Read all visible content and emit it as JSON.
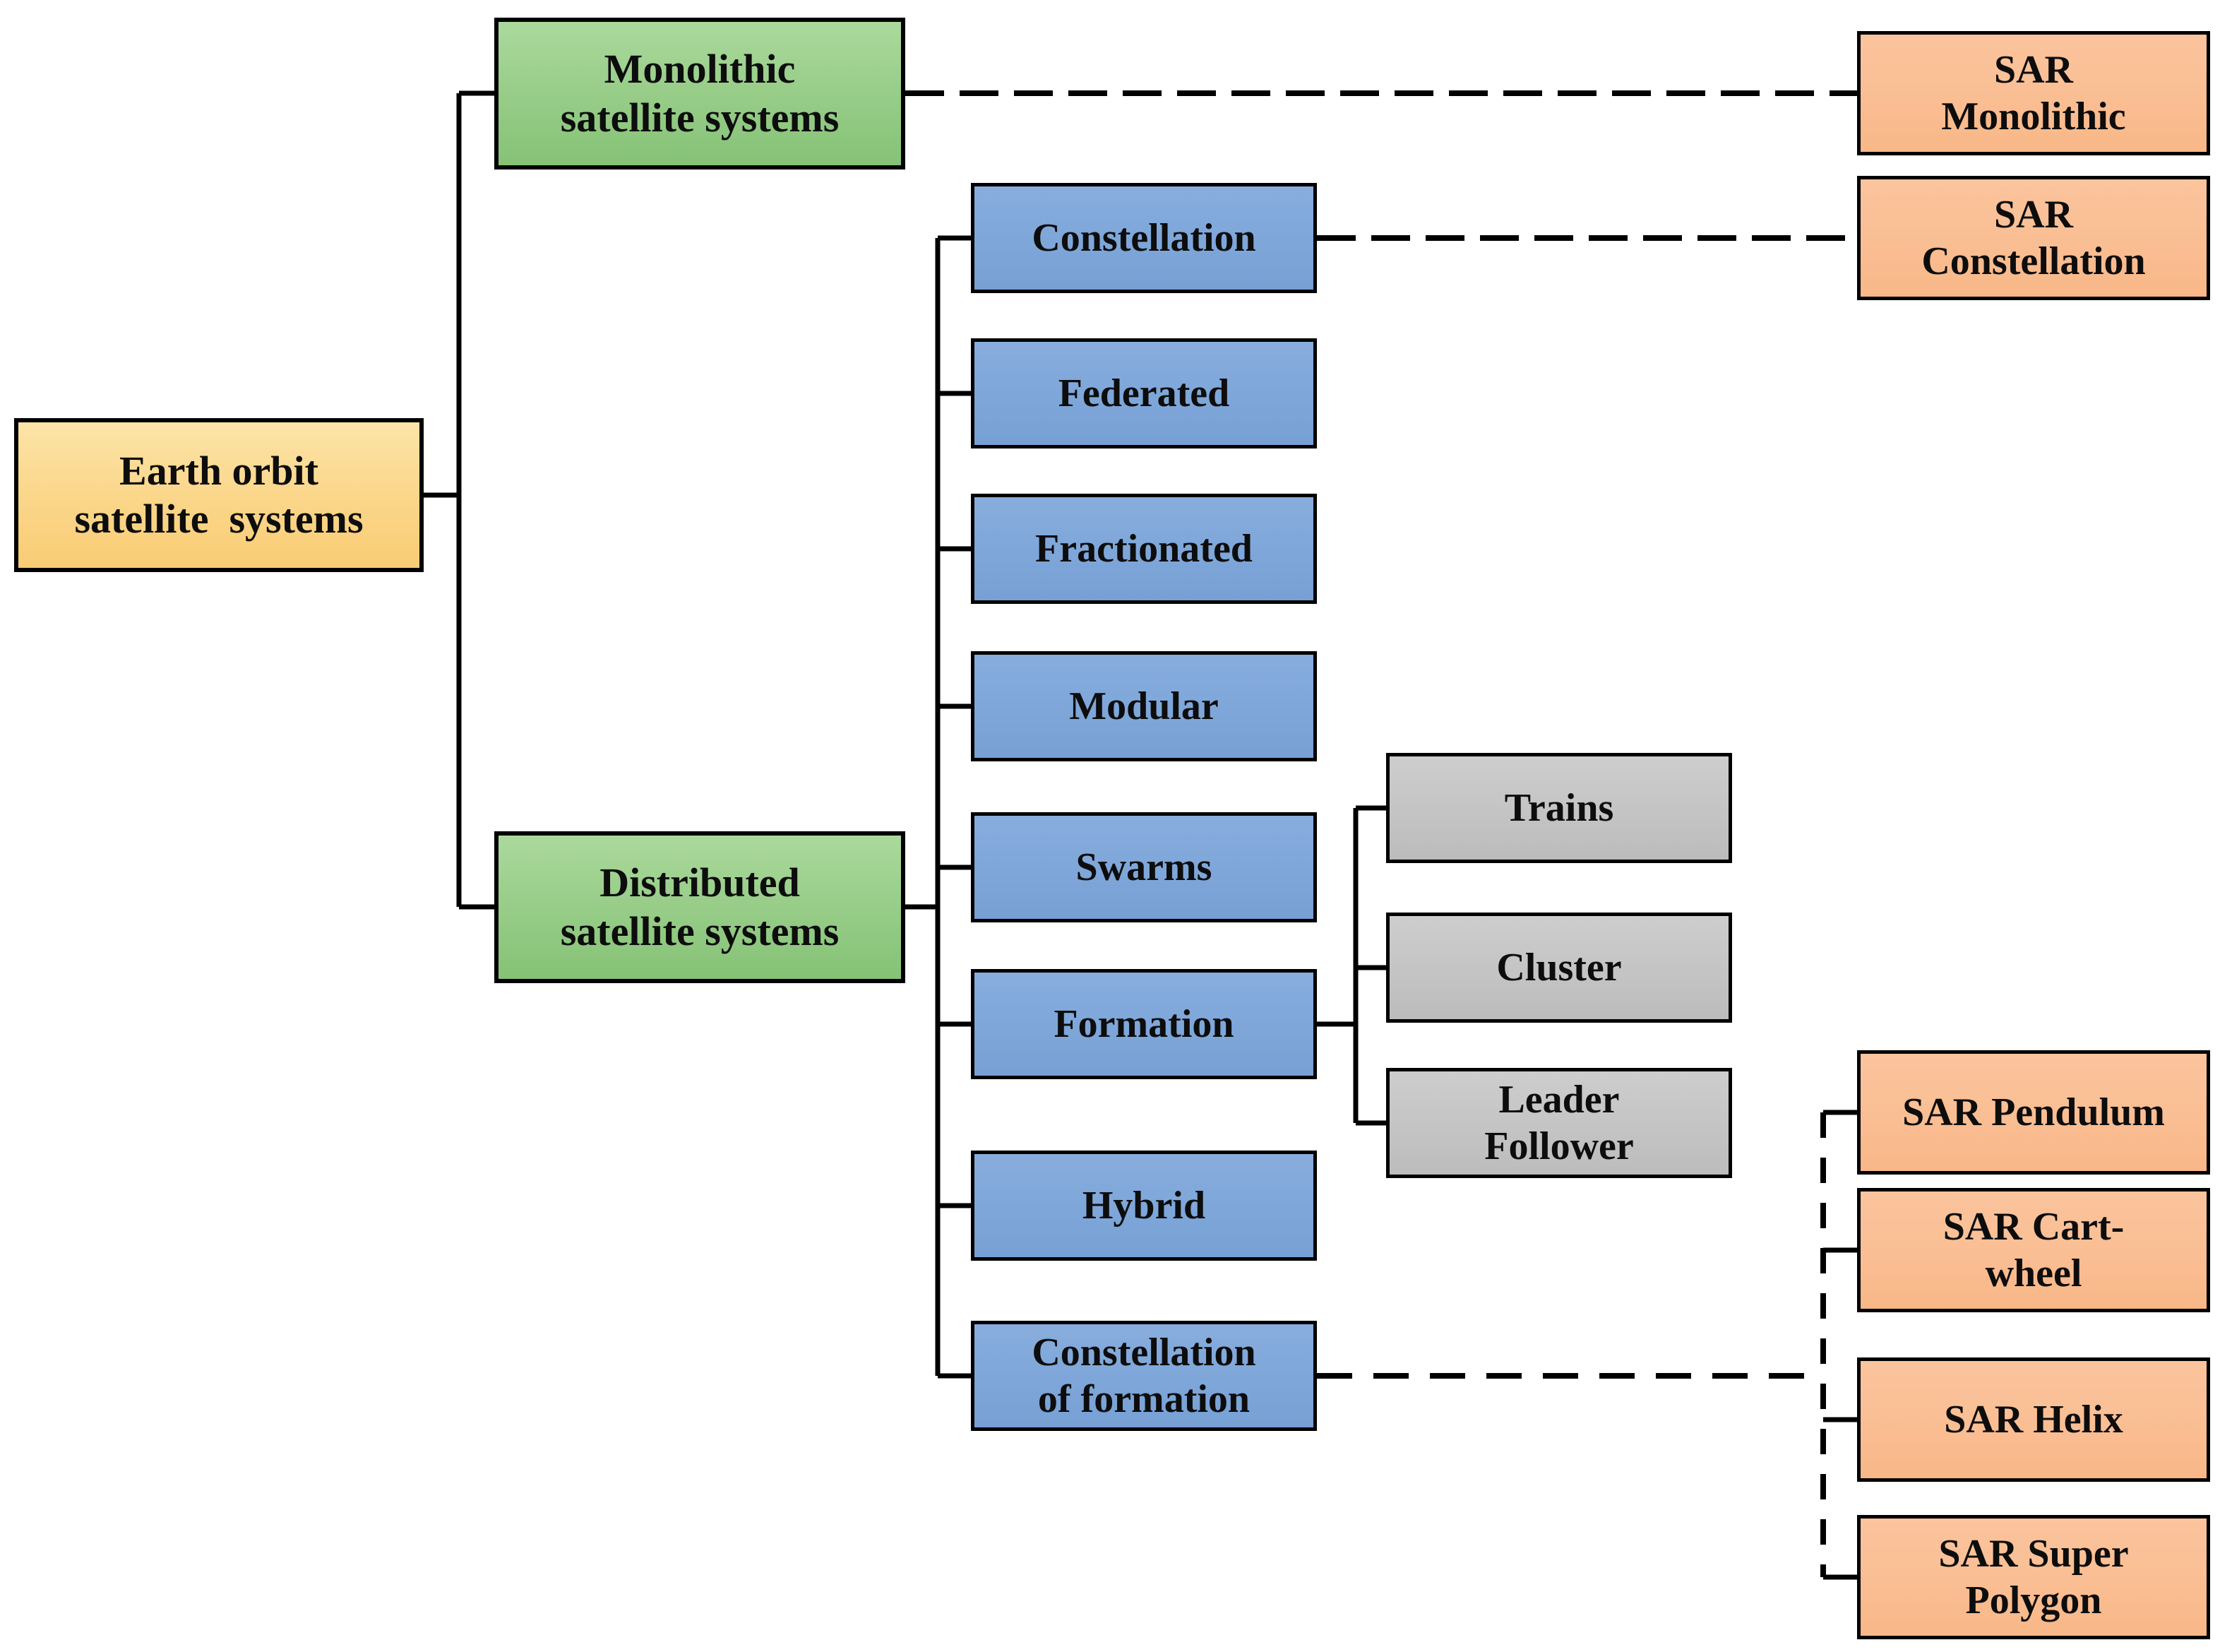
{
  "figure": {
    "description": "Taxonomy tree of Earth orbit satellite systems with SAR mission examples"
  },
  "palette": {
    "root_fill_top": "#fce4a8",
    "root_fill_bottom": "#f9cc74",
    "category_fill_top": "#abd99d",
    "category_fill_bottom": "#86c276",
    "subtype_fill": "#7ea6d9",
    "formation_fill": "#c4c4c4",
    "sar_fill": "#fabe93",
    "border": "#000000",
    "line": "#000000"
  },
  "nodes": {
    "earth": {
      "label": "Earth orbit\nsatellite  systems"
    },
    "monolithic": {
      "label": "Monolithic\nsatellite systems"
    },
    "distributed": {
      "label": "Distributed\nsatellite systems"
    },
    "constellation": {
      "label": "Constellation"
    },
    "federated": {
      "label": "Federated"
    },
    "fractionated": {
      "label": "Fractionated"
    },
    "modular": {
      "label": "Modular"
    },
    "swarms": {
      "label": "Swarms"
    },
    "formation": {
      "label": "Formation"
    },
    "hybrid": {
      "label": "Hybrid"
    },
    "constellation_of_formation": {
      "label": "Constellation\nof formation"
    },
    "trains": {
      "label": "Trains"
    },
    "cluster": {
      "label": "Cluster"
    },
    "leader_follower": {
      "label": "Leader\nFollower"
    },
    "sar_monolithic": {
      "label": "SAR\nMonolithic"
    },
    "sar_constellation": {
      "label": "SAR\nConstellation"
    },
    "sar_pendulum": {
      "label": "SAR Pendulum"
    },
    "sar_cartwheel": {
      "label": "SAR Cart-\nwheel"
    },
    "sar_helix": {
      "label": "SAR Helix"
    },
    "sar_super_polygon": {
      "label": "SAR Super\nPolygon"
    }
  },
  "edges": [
    {
      "from": "earth",
      "to": "monolithic",
      "style": "solid"
    },
    {
      "from": "earth",
      "to": "distributed",
      "style": "solid"
    },
    {
      "from": "distributed",
      "to": "constellation",
      "style": "solid"
    },
    {
      "from": "distributed",
      "to": "federated",
      "style": "solid"
    },
    {
      "from": "distributed",
      "to": "fractionated",
      "style": "solid"
    },
    {
      "from": "distributed",
      "to": "modular",
      "style": "solid"
    },
    {
      "from": "distributed",
      "to": "swarms",
      "style": "solid"
    },
    {
      "from": "distributed",
      "to": "formation",
      "style": "solid"
    },
    {
      "from": "distributed",
      "to": "hybrid",
      "style": "solid"
    },
    {
      "from": "distributed",
      "to": "constellation_of_formation",
      "style": "solid"
    },
    {
      "from": "formation",
      "to": "trains",
      "style": "solid"
    },
    {
      "from": "formation",
      "to": "cluster",
      "style": "solid"
    },
    {
      "from": "formation",
      "to": "leader_follower",
      "style": "solid"
    },
    {
      "from": "monolithic",
      "to": "sar_monolithic",
      "style": "dashed"
    },
    {
      "from": "constellation",
      "to": "sar_constellation",
      "style": "dashed"
    },
    {
      "from": "constellation_of_formation",
      "to": "sar_pendulum",
      "style": "dashed"
    },
    {
      "from": "constellation_of_formation",
      "to": "sar_cartwheel",
      "style": "dashed"
    },
    {
      "from": "constellation_of_formation",
      "to": "sar_helix",
      "style": "dashed"
    },
    {
      "from": "constellation_of_formation",
      "to": "sar_super_polygon",
      "style": "dashed"
    }
  ]
}
